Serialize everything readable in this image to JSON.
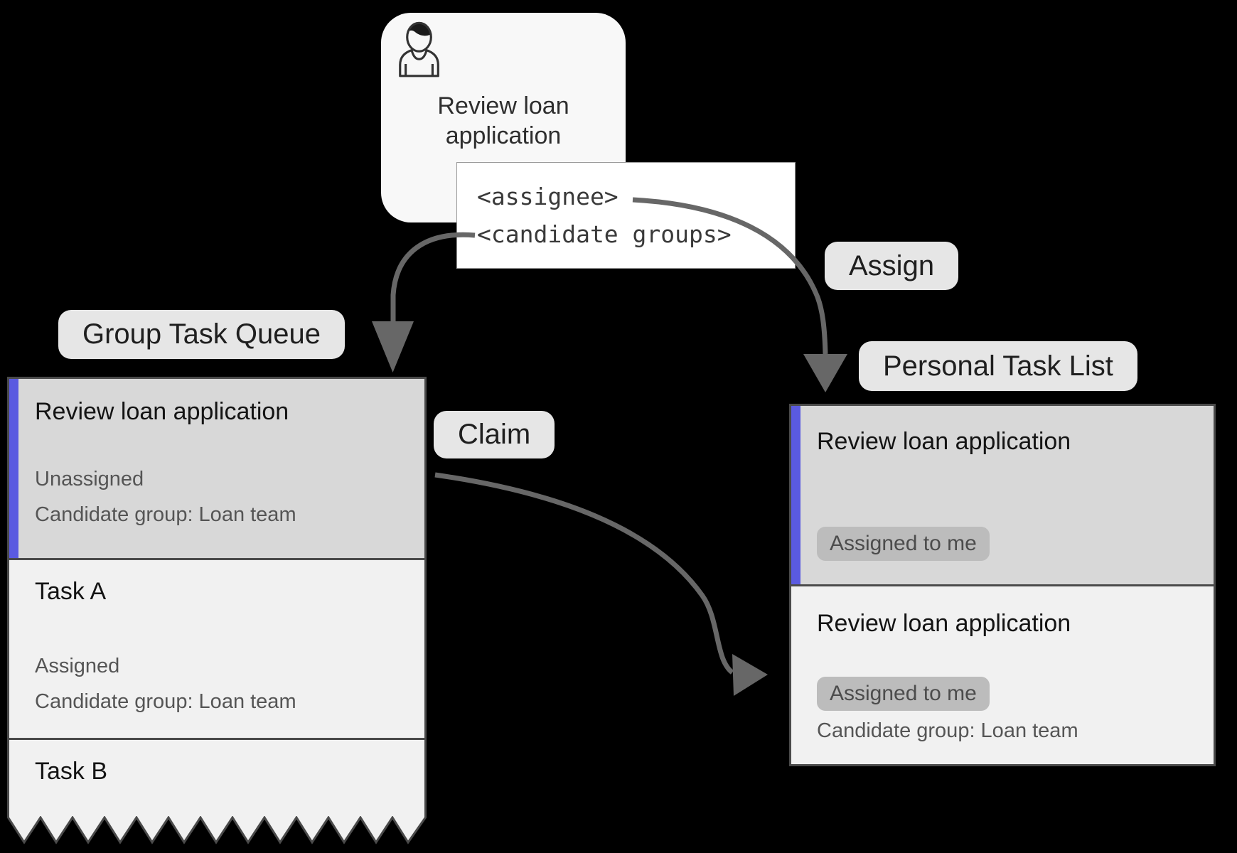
{
  "process_task": {
    "title_line1": "Review loan",
    "title_line2": "application"
  },
  "code_annotation": {
    "assignee": "<assignee>",
    "candidate_groups": "<candidate groups>"
  },
  "arrow_labels": {
    "assign": "Assign",
    "claim": "Claim"
  },
  "group_task_queue": {
    "label": "Group Task Queue",
    "items": [
      {
        "title": "Review loan application",
        "status": "Unassigned",
        "candidate_group": "Candidate group: Loan team"
      },
      {
        "title": "Task A",
        "status": "Assigned",
        "candidate_group": "Candidate group: Loan team"
      },
      {
        "title": "Task B"
      }
    ]
  },
  "personal_task_list": {
    "label": "Personal Task List",
    "items": [
      {
        "title": "Review loan application",
        "badge": "Assigned to me"
      },
      {
        "title": "Review loan application",
        "badge": "Assigned to me",
        "candidate_group": "Candidate group: Loan team"
      }
    ]
  },
  "colors": {
    "background": "#000000",
    "accent_purple": "#5a5ae0",
    "arrow_gray": "#676767",
    "card_highlight_bg": "#d8d8d8",
    "card_bg": "#f1f1f1",
    "flow_label_bg": "#e6e6e6",
    "assigned_pill_bg": "#bcbcbc",
    "border_dark": "#4a4a4a"
  }
}
